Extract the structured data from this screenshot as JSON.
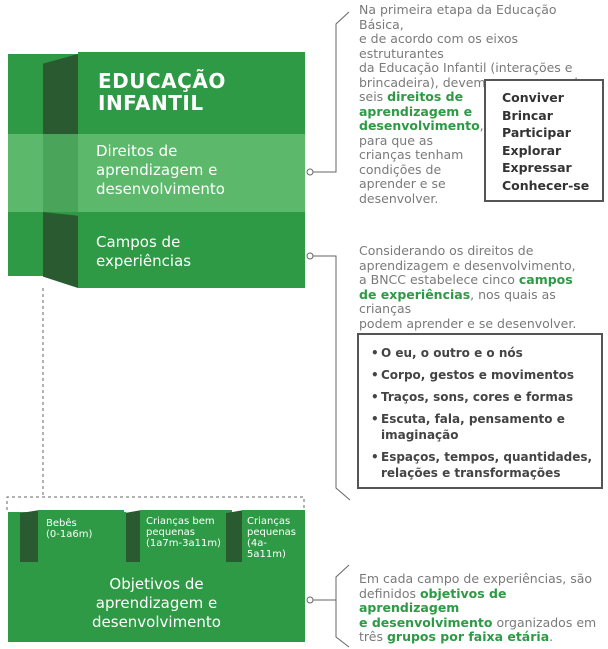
{
  "title_lines": [
    "EDUCAÇÃO",
    "INFANTIL"
  ],
  "direitos_label": [
    "Direitos de",
    "aprendizagem e",
    "desenvolvimento"
  ],
  "campos_label": [
    "Campos de",
    "experiências"
  ],
  "objetivos_label": [
    "Objetivos de",
    "aprendizagem e",
    "desenvolvimento"
  ],
  "groups": [
    {
      "lines": [
        "Bebês",
        "(0-1a6m)"
      ]
    },
    {
      "lines": [
        "Crianças bem",
        "pequenas",
        "(1a7m-3a11m)"
      ]
    },
    {
      "lines": [
        "Crianças",
        "pequenas",
        "(4a-5a11m)"
      ]
    }
  ],
  "note1": {
    "lines": [
      "Na primeira etapa da Educação Básica,",
      "e de acordo com os eixos estruturantes",
      "da Educação Infantil (interações e",
      "brincadeira), devem ser assegurados"
    ],
    "p2a": "seis ",
    "p2b": "direitos de",
    "p3": "aprendizagem e",
    "p4": "desenvolvimento",
    "p4b": ",",
    "rest": [
      "para que as",
      "crianças tenham",
      "condições de",
      "aprender e se",
      "desenvolver."
    ]
  },
  "direitos_list": [
    "Conviver",
    "Brincar",
    "Participar",
    "Explorar",
    "Expressar",
    "Conhecer-se"
  ],
  "note2": {
    "l1": "Considerando os direitos de",
    "l2": "aprendizagem e desenvolvimento,",
    "l3a": "a BNCC estabelece cinco ",
    "l3b": "campos",
    "l4a": "de experiências",
    "l4b": ", nos quais as crianças",
    "l5": "podem aprender e se desenvolver."
  },
  "campos_list": [
    {
      "lines": [
        "O eu, o outro e o nós"
      ]
    },
    {
      "lines": [
        "Corpo, gestos e movimentos"
      ]
    },
    {
      "lines": [
        "Traços, sons, cores e formas"
      ]
    },
    {
      "lines": [
        "Escuta, fala, pensamento e",
        "imaginação"
      ]
    },
    {
      "lines": [
        "Espaços, tempos, quantidades,",
        "relações e transformações"
      ]
    }
  ],
  "note3": {
    "l1": "Em cada campo de experiências, são",
    "l2a": "definidos ",
    "l2b": "objetivos de aprendizagem",
    "l3a": "e desenvolvimento",
    "l3b": " organizados em",
    "l4a": "três ",
    "l4b": "grupos por faixa etária",
    "l4c": "."
  },
  "colors": {
    "green": "#2e9a45",
    "green_light": "#5cb86b",
    "green_dark": "#2a5a2f",
    "gray_text": "#7a7a7a"
  }
}
